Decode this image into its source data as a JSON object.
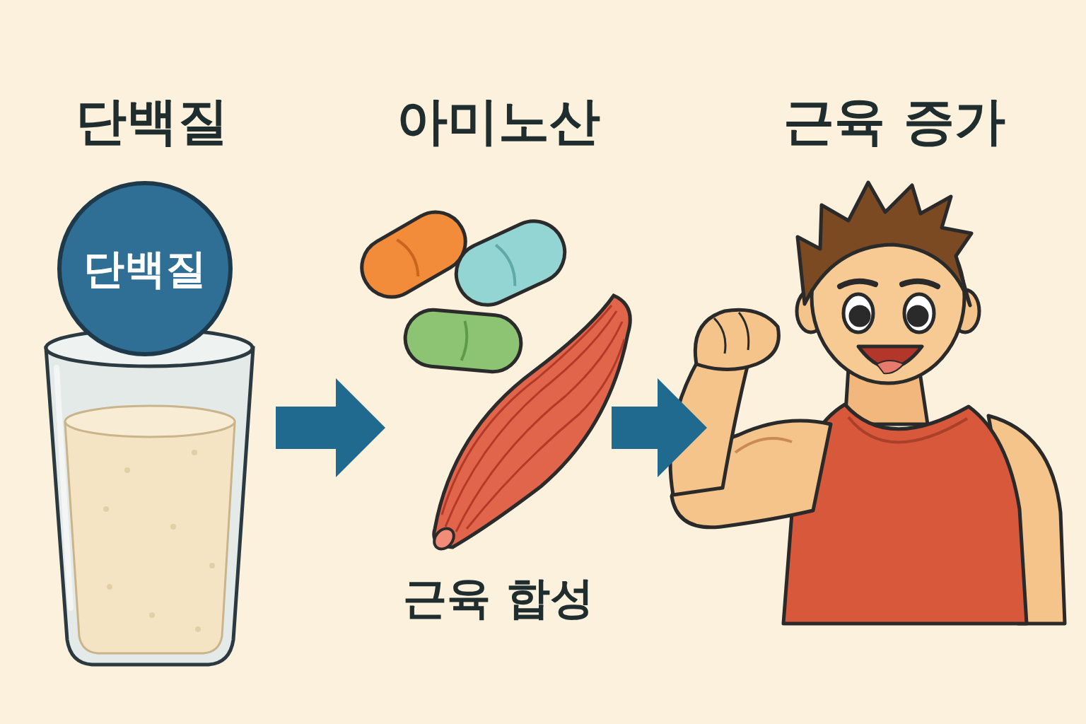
{
  "diagram": {
    "nodes": [
      {
        "text": [
          "단백질"
        ]
      },
      {
        "text": [
          "단백질"
        ],
        "in": 0
      },
      {
        "text": [
          "아미노산",
          "근육 합성"
        ]
      },
      {
        "text": [
          "근육 증가"
        ]
      }
    ],
    "edges": [
      {
        "from": 0,
        "to": 2,
        "arrow": "to"
      },
      {
        "from": 2,
        "to": 3,
        "arrow": "to"
      }
    ]
  }
}
